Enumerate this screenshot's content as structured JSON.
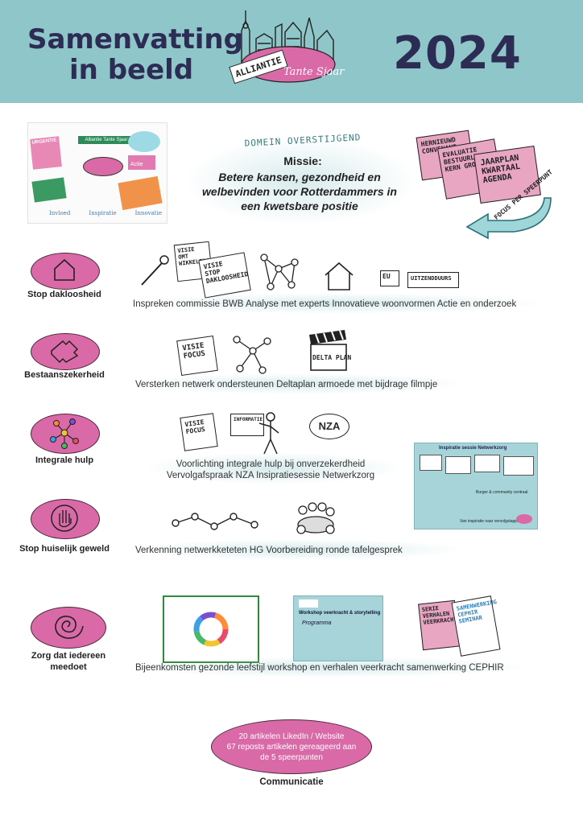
{
  "header": {
    "title_line1": "Samenvatting",
    "title_line2": "in beeld",
    "year": "2024",
    "logo_line1": "ALLIANTIE",
    "logo_line2": "Tante Sjaar"
  },
  "mission": {
    "domain": "DOMEIN OVERSTIJGEND",
    "heading": "Missie:",
    "text_line1": "Betere kansen, gezondheid en",
    "text_line2": "welbevinden voor Rotterdammers in",
    "text_line3": "een kwetsbare positie"
  },
  "cards": {
    "card1": "HERNIEUWD CONVENANT",
    "card2": "EVALUATIE BESTUURLIJKE KERN GROEP",
    "card3": "JAARPLAN KWARTAAL AGENDA",
    "arrow_label": "FOCUS PER SPEERPUNT"
  },
  "rows": [
    {
      "label": "Stop dakloosheid",
      "caption": "Inspreken commissie BWB  Analyse met experts  Innovatieve woonvormen   Actie en onderzoek",
      "sign1": "VISIE OMT WIKKELING",
      "sign2": "VISIE STOP DAKLOOSHEID",
      "sign3": "EU",
      "sign4": "UITZENDDUURS"
    },
    {
      "label": "Bestaanszekerheid",
      "caption": "Versterken netwerk  ondersteunen Deltaplan armoede met bijdrage filmpje",
      "sign1": "VISIE FOCUS",
      "clap": "DELTA PLAN"
    },
    {
      "label": "Integrale hulp",
      "caption_line1": "Voorlichting integrale hulp bij onverzekerdheid",
      "caption_line2": "Vervolgafspraak NZA Insipratiesessie Netwerkzorg",
      "sign1": "VISIE FOCUS",
      "sign2": "INFORMATIE",
      "nza": "NZA"
    },
    {
      "label": "Stop huiselijk geweld",
      "caption": "Verkenning netwerkketeten HG  Voorbereiding ronde tafelgesprek"
    },
    {
      "label_line1": "Zorg dat iedereen",
      "label_line2": "meedoet",
      "caption": "Bijeenkomsten gezonde leefstijl  workshop en verhalen veerkracht samenwerking CEPHIR",
      "workshop_title": "Workshop veerkracht & storytelling",
      "workshop_sub": "Programma",
      "card_a": "SERIE VERHALEN VEERKRACHT",
      "card_b": "SAMENWERKING CEPHIR SEMINAR"
    }
  ],
  "netwerkzorg": {
    "title": "Inspiratie sessie Netwerkzorg",
    "sub1": "Burger & community centraal",
    "sub2": "Van inspiratie naar vervolgstappen"
  },
  "thumbnail": {
    "top": "Alliantie Tante Sjaar",
    "words": [
      "Invloed",
      "Inspiratie",
      "Innovatie"
    ],
    "tab": "Actie",
    "left_tab": "URGENTIE"
  },
  "communication": {
    "line1": "20 artikelen LikedIn / Website",
    "line2": "67 reposts artikelen gereageerd aan",
    "line3": "de 5 speerpunten",
    "label": "Communicatie"
  },
  "colors": {
    "header": "#8fc6c9",
    "pink": "#d96aa7",
    "navy": "#2c2c54",
    "card_pink": "#e8a6c3"
  }
}
